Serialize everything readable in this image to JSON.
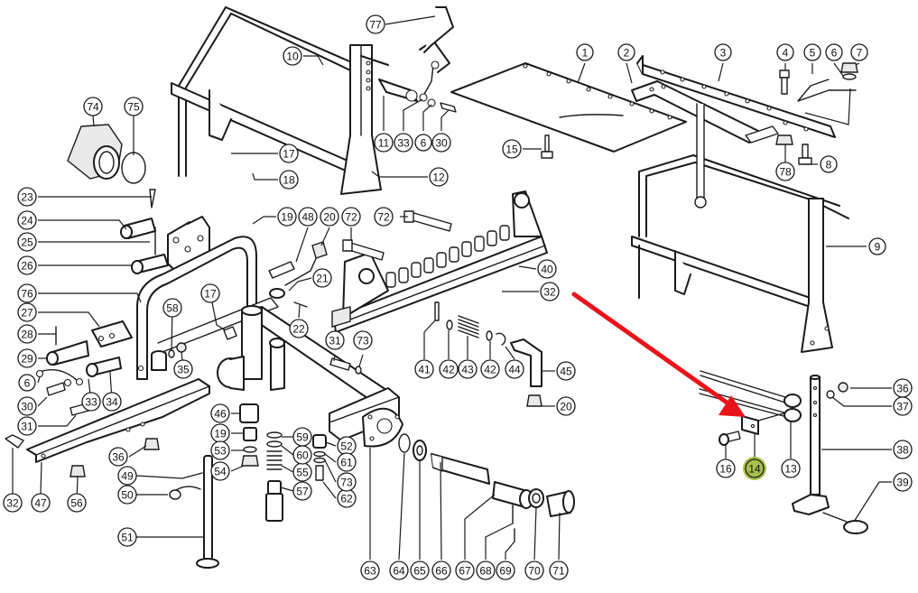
{
  "diagram": {
    "type": "exploded-parts-diagram",
    "highlight_color": "#9bb52e",
    "arrow_color": "#e8141a",
    "highlighted_part": "14",
    "callouts": [
      {
        "id": "c1",
        "label": "1"
      },
      {
        "id": "c2",
        "label": "2"
      },
      {
        "id": "c3",
        "label": "3"
      },
      {
        "id": "c4",
        "label": "4"
      },
      {
        "id": "c5",
        "label": "5"
      },
      {
        "id": "c6a",
        "label": "6"
      },
      {
        "id": "c7",
        "label": "7"
      },
      {
        "id": "c8",
        "label": "8"
      },
      {
        "id": "c9",
        "label": "9"
      },
      {
        "id": "c10",
        "label": "10"
      },
      {
        "id": "c11",
        "label": "11"
      },
      {
        "id": "c12",
        "label": "12"
      },
      {
        "id": "c13",
        "label": "13"
      },
      {
        "id": "c14",
        "label": "14"
      },
      {
        "id": "c15",
        "label": "15"
      },
      {
        "id": "c16",
        "label": "16"
      },
      {
        "id": "c17a",
        "label": "17"
      },
      {
        "id": "c17b",
        "label": "17"
      },
      {
        "id": "c18",
        "label": "18"
      },
      {
        "id": "c19a",
        "label": "19"
      },
      {
        "id": "c19b",
        "label": "19"
      },
      {
        "id": "c20a",
        "label": "20"
      },
      {
        "id": "c20b",
        "label": "20"
      },
      {
        "id": "c21",
        "label": "21"
      },
      {
        "id": "c22",
        "label": "22"
      },
      {
        "id": "c23",
        "label": "23"
      },
      {
        "id": "c24",
        "label": "24"
      },
      {
        "id": "c25",
        "label": "25"
      },
      {
        "id": "c26",
        "label": "26"
      },
      {
        "id": "c27",
        "label": "27"
      },
      {
        "id": "c28",
        "label": "28"
      },
      {
        "id": "c29",
        "label": "29"
      },
      {
        "id": "c6b",
        "label": "6"
      },
      {
        "id": "c6c",
        "label": "6"
      },
      {
        "id": "c30a",
        "label": "30"
      },
      {
        "id": "c30b",
        "label": "30"
      },
      {
        "id": "c31a",
        "label": "31"
      },
      {
        "id": "c31b",
        "label": "31"
      },
      {
        "id": "c32a",
        "label": "32"
      },
      {
        "id": "c32b",
        "label": "32"
      },
      {
        "id": "c33a",
        "label": "33"
      },
      {
        "id": "c33b",
        "label": "33"
      },
      {
        "id": "c34",
        "label": "34"
      },
      {
        "id": "c35",
        "label": "35"
      },
      {
        "id": "c36a",
        "label": "36"
      },
      {
        "id": "c36b",
        "label": "36"
      },
      {
        "id": "c37",
        "label": "37"
      },
      {
        "id": "c38",
        "label": "38"
      },
      {
        "id": "c39",
        "label": "39"
      },
      {
        "id": "c40",
        "label": "40"
      },
      {
        "id": "c41",
        "label": "41"
      },
      {
        "id": "c42a",
        "label": "42"
      },
      {
        "id": "c42b",
        "label": "42"
      },
      {
        "id": "c43",
        "label": "43"
      },
      {
        "id": "c44",
        "label": "44"
      },
      {
        "id": "c45",
        "label": "45"
      },
      {
        "id": "c46",
        "label": "46"
      },
      {
        "id": "c47",
        "label": "47"
      },
      {
        "id": "c48",
        "label": "48"
      },
      {
        "id": "c49",
        "label": "49"
      },
      {
        "id": "c50",
        "label": "50"
      },
      {
        "id": "c51",
        "label": "51"
      },
      {
        "id": "c52",
        "label": "52"
      },
      {
        "id": "c53",
        "label": "53"
      },
      {
        "id": "c54",
        "label": "54"
      },
      {
        "id": "c55",
        "label": "55"
      },
      {
        "id": "c56",
        "label": "56"
      },
      {
        "id": "c57",
        "label": "57"
      },
      {
        "id": "c58",
        "label": "58"
      },
      {
        "id": "c59",
        "label": "59"
      },
      {
        "id": "c60",
        "label": "60"
      },
      {
        "id": "c61",
        "label": "61"
      },
      {
        "id": "c62",
        "label": "62"
      },
      {
        "id": "c63",
        "label": "63"
      },
      {
        "id": "c64",
        "label": "64"
      },
      {
        "id": "c65",
        "label": "65"
      },
      {
        "id": "c66",
        "label": "66"
      },
      {
        "id": "c67",
        "label": "67"
      },
      {
        "id": "c68",
        "label": "68"
      },
      {
        "id": "c69",
        "label": "69"
      },
      {
        "id": "c70",
        "label": "70"
      },
      {
        "id": "c71",
        "label": "71"
      },
      {
        "id": "c72a",
        "label": "72"
      },
      {
        "id": "c72b",
        "label": "72"
      },
      {
        "id": "c73a",
        "label": "73"
      },
      {
        "id": "c73b",
        "label": "73"
      },
      {
        "id": "c74",
        "label": "74"
      },
      {
        "id": "c75",
        "label": "75"
      },
      {
        "id": "c76",
        "label": "76"
      },
      {
        "id": "c77",
        "label": "77"
      },
      {
        "id": "c78",
        "label": "78"
      }
    ]
  }
}
